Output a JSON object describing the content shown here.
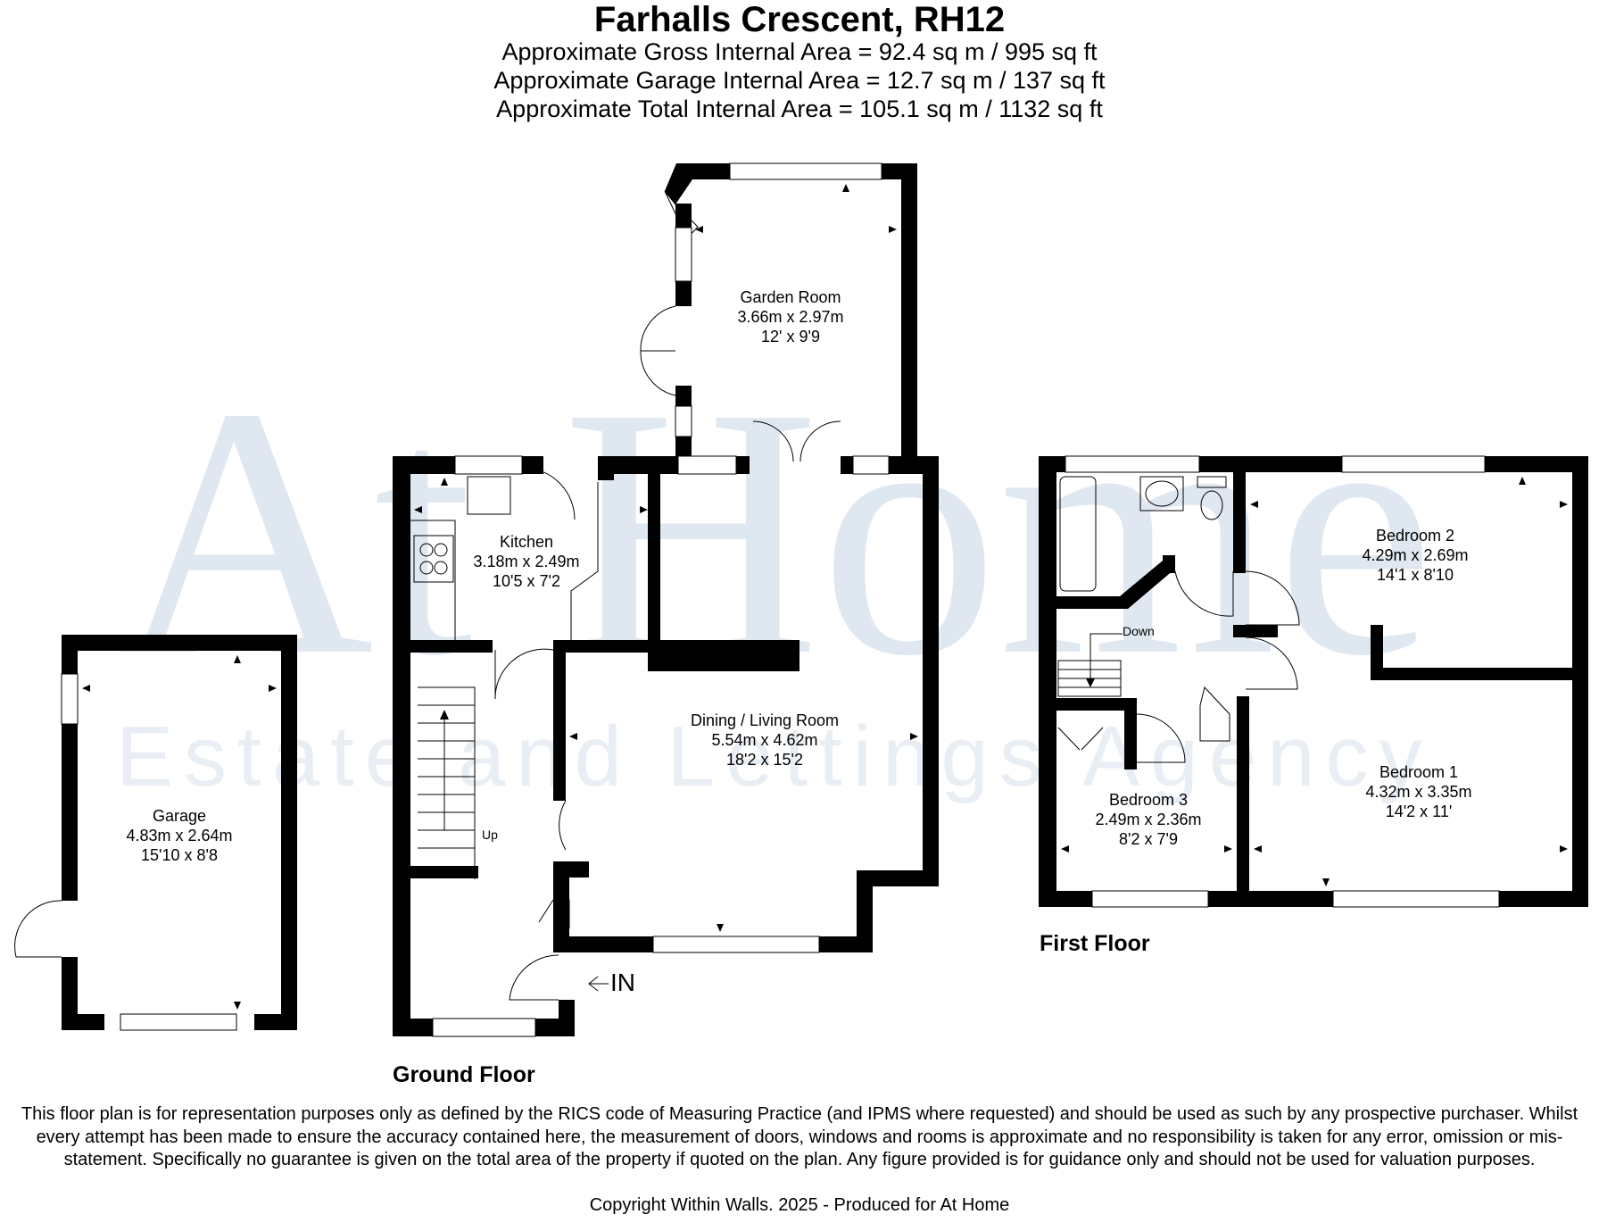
{
  "header": {
    "title": "Farhalls Crescent, RH12",
    "gross_area": "Approximate Gross Internal Area = 92.4 sq m / 995 sq ft",
    "garage_area": "Approximate Garage Internal Area = 12.7 sq m / 137 sq ft",
    "total_area": "Approximate Total Internal Area = 105.1 sq m / 1132 sq ft"
  },
  "watermark": {
    "logo": "At Home",
    "tagline": "Estate and Lettings Agency"
  },
  "rooms": {
    "garden_room": {
      "name": "Garden Room",
      "metric": "3.66m x 2.97m",
      "imperial": "12' x 9'9"
    },
    "kitchen": {
      "name": "Kitchen",
      "metric": "3.18m x 2.49m",
      "imperial": "10'5 x 7'2"
    },
    "dining_living": {
      "name": "Dining / Living Room",
      "metric": "5.54m x 4.62m",
      "imperial": "18'2 x 15'2"
    },
    "garage": {
      "name": "Garage",
      "metric": "4.83m x 2.64m",
      "imperial": "15'10 x 8'8"
    },
    "bedroom2": {
      "name": "Bedroom 2",
      "metric": "4.29m x 2.69m",
      "imperial": "14'1 x 8'10"
    },
    "bedroom1": {
      "name": "Bedroom 1",
      "metric": "4.32m x 3.35m",
      "imperial": "14'2 x 11'"
    },
    "bedroom3": {
      "name": "Bedroom 3",
      "metric": "2.49m x 2.36m",
      "imperial": "8'2 x 7'9"
    }
  },
  "labels": {
    "up": "Up",
    "down": "Down",
    "entrance": "IN",
    "ground_floor": "Ground Floor",
    "first_floor": "First Floor"
  },
  "footer": {
    "disclaimer": "This floor plan is for representation purposes only as defined by the RICS code of Measuring Practice (and IPMS where requested) and should be used as such by any prospective purchaser. Whilst every attempt has been made to ensure the accuracy contained here, the measurement of doors, windows and rooms is approximate and no responsibility is taken for any error, omission or mis-statement. Specifically no guarantee is given on the total area of the property if quoted on the plan. Any figure provided is for guidance only and should not be used for valuation purposes.",
    "copyright": "Copyright Within Walls. 2025 - Produced for At Home"
  }
}
